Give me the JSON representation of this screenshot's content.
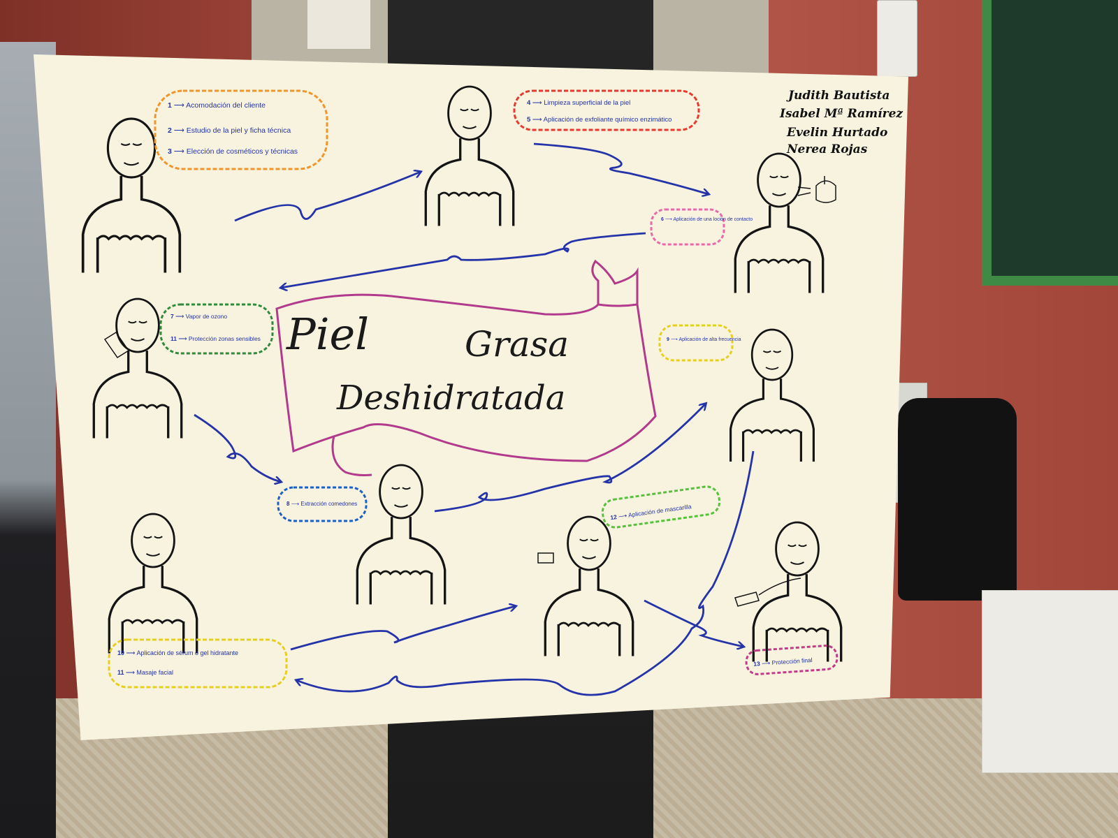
{
  "poster": {
    "title": {
      "line1": "Piel",
      "line2": "Grasa",
      "line3": "Deshidratada"
    },
    "authors": [
      "Judith Bautista",
      "Isabel Mª Ramírez",
      "Evelin Hurtado",
      "Nerea Rojas"
    ],
    "steps": [
      {
        "num": "1",
        "text": "Acomodación del cliente"
      },
      {
        "num": "2",
        "text": "Estudio de la piel y ficha técnica"
      },
      {
        "num": "3",
        "text": "Elección de cosméticos y técnicas"
      },
      {
        "num": "4",
        "text": "Limpieza superficial de la piel"
      },
      {
        "num": "5",
        "text": "Aplicación de exfoliante químico enzimático"
      },
      {
        "num": "6",
        "text": "Aplicación de una loción de contacto"
      },
      {
        "num": "7",
        "text": "Vapor de ozono"
      },
      {
        "num": "11",
        "text": "Protección zonas sensibles"
      },
      {
        "num": "8",
        "text": "Extracción comedones"
      },
      {
        "num": "9",
        "text": "Aplicación de alta frecuencia"
      },
      {
        "num": "10",
        "text": "Aplicación de sérum o gel hidratante"
      },
      {
        "num": "11",
        "text": "Masaje facial"
      },
      {
        "num": "12",
        "text": "Aplicación de mascarilla"
      },
      {
        "num": "13",
        "text": "Protección final"
      }
    ]
  },
  "colors": {
    "ink": "#141414",
    "arrow": "#2433a8",
    "banner": "#b23a8c",
    "bubble_orange": "#f0952a",
    "bubble_red": "#e8392f",
    "bubble_pink": "#e86aa9",
    "bubble_green": "#2f8a3a",
    "bubble_blue": "#1f5fc4",
    "bubble_yellow": "#e6cf1f",
    "bubble_lime": "#57c13c",
    "bubble_magenta": "#c43a8a"
  }
}
